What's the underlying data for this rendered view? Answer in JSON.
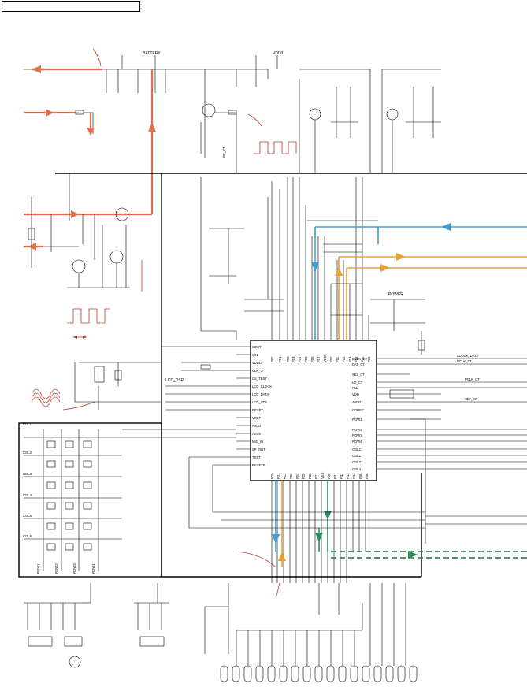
{
  "nets": {
    "battery": "BATTERY",
    "vdd3": "VDD3",
    "power": "POWER",
    "led_dsp": "LCD_DSP",
    "rf_ct": "RF_CT",
    "col": [
      "COL1",
      "COL2",
      "COL3",
      "COL4",
      "COL5",
      "COL6"
    ],
    "row": [
      "ROW1",
      "ROW2",
      "ROW3",
      "ROW4"
    ],
    "right_edge": [
      "CLOCK_DATA",
      "DCLK_CT",
      "PCLK_CT",
      "SDA_CT"
    ]
  },
  "ic_main": {
    "pins_left": [
      "XOUT",
      "XIN",
      "VDDD",
      "CLK_O",
      "CS_TEST",
      "LCD_CLOCK",
      "LCD_DATA",
      "LCD_STB",
      "RESET",
      "VREF",
      "AVDD",
      "AVSS",
      "MIC_IN",
      "SP_OUT",
      "TEST",
      "RESETB"
    ],
    "pins_right": [
      "DCLK_CT",
      "DAT_CT",
      "SEL_CT",
      "LD_CT",
      "PLL",
      "VDD",
      "AVDD",
      "CODEC",
      "ROW1",
      "ROW2",
      "ROW3",
      "ROW4",
      "COL1",
      "COL2",
      "COL3",
      "COL4"
    ],
    "pins_top": [
      "P00",
      "P01",
      "P02",
      "P03",
      "P04",
      "P05",
      "P06",
      "P07",
      "VDD",
      "P10",
      "P11",
      "P12",
      "P13",
      "P14",
      "P15",
      "P16"
    ],
    "pins_bottom": [
      "P20",
      "P21",
      "P22",
      "P23",
      "P24",
      "P25",
      "P26",
      "P27",
      "VSS",
      "P30",
      "P31",
      "P32",
      "P33",
      "P34",
      "P35",
      "P36"
    ]
  },
  "colors": {
    "power_path": "#e0704a",
    "data_in": "#3a9ed8",
    "data_out": "#e8a030",
    "signal_green": "#2e8b57"
  },
  "icons": [
    "arrow-left-icon",
    "arrow-right-icon",
    "arrow-up-icon",
    "arrow-down-icon",
    "pulse-waveform-icon",
    "sine-waveform-icon"
  ]
}
